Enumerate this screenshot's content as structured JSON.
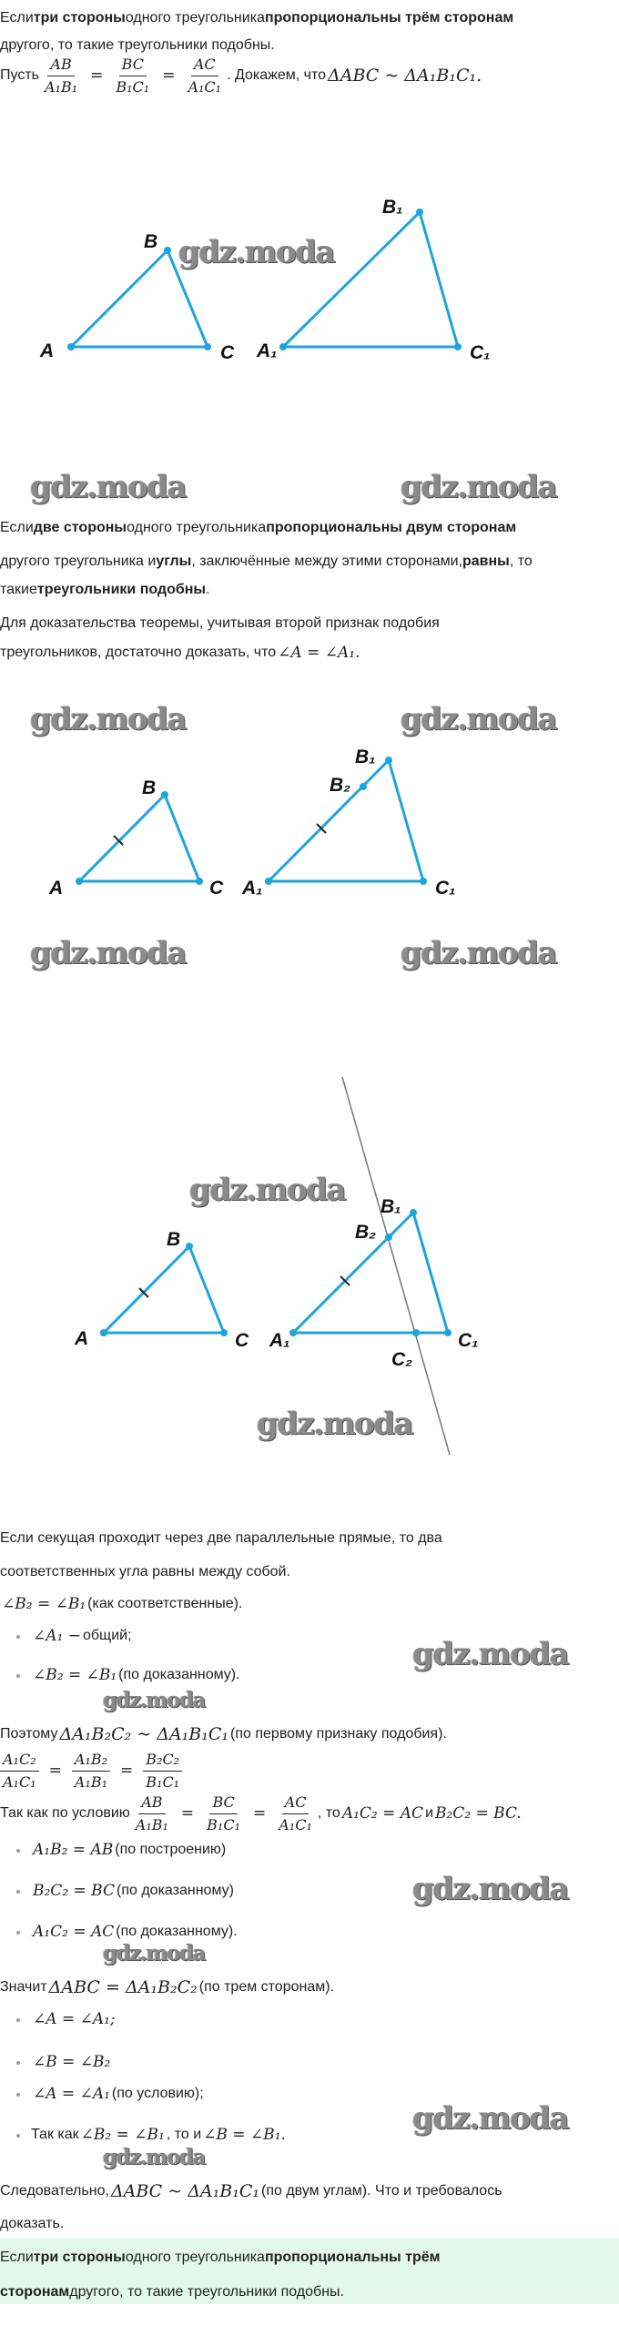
{
  "watermark": "gdz.moda",
  "colors": {
    "triangle": "#1ea4dc",
    "secant": "#777777",
    "highlight_bg": "#e3f7ec"
  },
  "s1": {
    "l1": [
      "Если ",
      "три стороны",
      " одного треугольника ",
      "пропорциональны трём сторонам"
    ],
    "l2": "другого, то такие треугольники подобны.",
    "l3": {
      "pre": "Пусть",
      "f": [
        [
          "AB",
          "A₁B₁"
        ],
        [
          "BC",
          "B₁C₁"
        ],
        [
          "AC",
          "A₁C₁"
        ]
      ],
      "eq": "=",
      "mid": ". Докажем, что",
      "expr": "ΔABC ~ ΔA₁B₁C₁."
    }
  },
  "fig1": {
    "labels": [
      "A",
      "B",
      "C",
      "A₁",
      "B₁",
      "C₁"
    ]
  },
  "s2": {
    "l1": [
      "Если ",
      "две стороны",
      " одного треугольника ",
      "пропорциональны двум сторонам"
    ],
    "l2": [
      "другого треугольника и ",
      "углы",
      ", заключённые между этими сторонами, ",
      "равны",
      ", то"
    ],
    "l3": [
      "такие ",
      "треугольники подобны",
      "."
    ],
    "l4": "Для доказательства теоремы, учитывая второй признак подобия",
    "l5": [
      "треугольников, достаточно доказать, что ",
      "∠A = ∠A₁."
    ]
  },
  "fig2": {
    "labels": [
      "A",
      "B",
      "C",
      "A₁",
      "B₂",
      "B₁",
      "C₁"
    ]
  },
  "fig3": {
    "labels": [
      "A",
      "B",
      "C",
      "A₁",
      "B₂",
      "B₁",
      "C₂",
      "C₁"
    ]
  },
  "s3": {
    "l1": "Если секущая проходит через две параллельные прямые, то два",
    "l2": "соответственных угла равны между собой.",
    "l3": [
      "∠B₂ = ∠B₁",
      "(как соответственные)."
    ],
    "b1": [
      "∠A₁ − ",
      "общий;"
    ],
    "b2": [
      "∠B₂ = ∠B₁",
      "(по доказанному)."
    ],
    "l4": [
      "Поэтому ",
      "ΔA₁B₂C₂ ~ ΔA₁B₁C₁",
      " (по первому признаку подобия)."
    ],
    "l5": {
      "f": [
        [
          "A₁C₂",
          "A₁C₁"
        ],
        [
          "A₁B₂",
          "A₁B₁"
        ],
        [
          "B₂C₂",
          "B₁C₁"
        ]
      ],
      "eq": "="
    },
    "l6": {
      "pre": "Так как по условию",
      "f": [
        [
          "AB",
          "A₁B₁"
        ],
        [
          "BC",
          "B₁C₁"
        ],
        [
          "AC",
          "A₁C₁"
        ]
      ],
      "eq": "=",
      "to": ", то ",
      "e1": "A₁C₂ = AC",
      "and": " и ",
      "e2": "B₂C₂ = BC."
    },
    "b3": [
      "A₁B₂ = AB",
      " (по построению)"
    ],
    "b4": [
      "B₂C₂ = BC",
      " (по доказанному)"
    ],
    "b5": [
      "A₁C₂ = AC",
      " (по доказанному)."
    ],
    "l7": [
      "Значит ",
      "ΔABC = ΔA₁B₂C₂",
      " (по трем сторонам)."
    ],
    "b6": "∠A = ∠A₁;",
    "b7": "∠B = ∠B₂",
    "b8": [
      "∠A = ∠A₁",
      " (по условию);"
    ],
    "b9": [
      "Так как ",
      "∠B₂ = ∠B₁",
      ", то и ",
      "∠B = ∠B₁."
    ],
    "l8": [
      "Следовательно, ",
      "ΔABC ~ ΔA₁B₁C₁",
      "(по двум углам). Что и требовалось"
    ],
    "l9": "доказать."
  },
  "summary": {
    "l1": [
      "Если ",
      "три стороны",
      " одного треугольника ",
      "пропорциональны трём"
    ],
    "l2": [
      "сторонам",
      " другого, то такие треугольники подобны."
    ]
  }
}
